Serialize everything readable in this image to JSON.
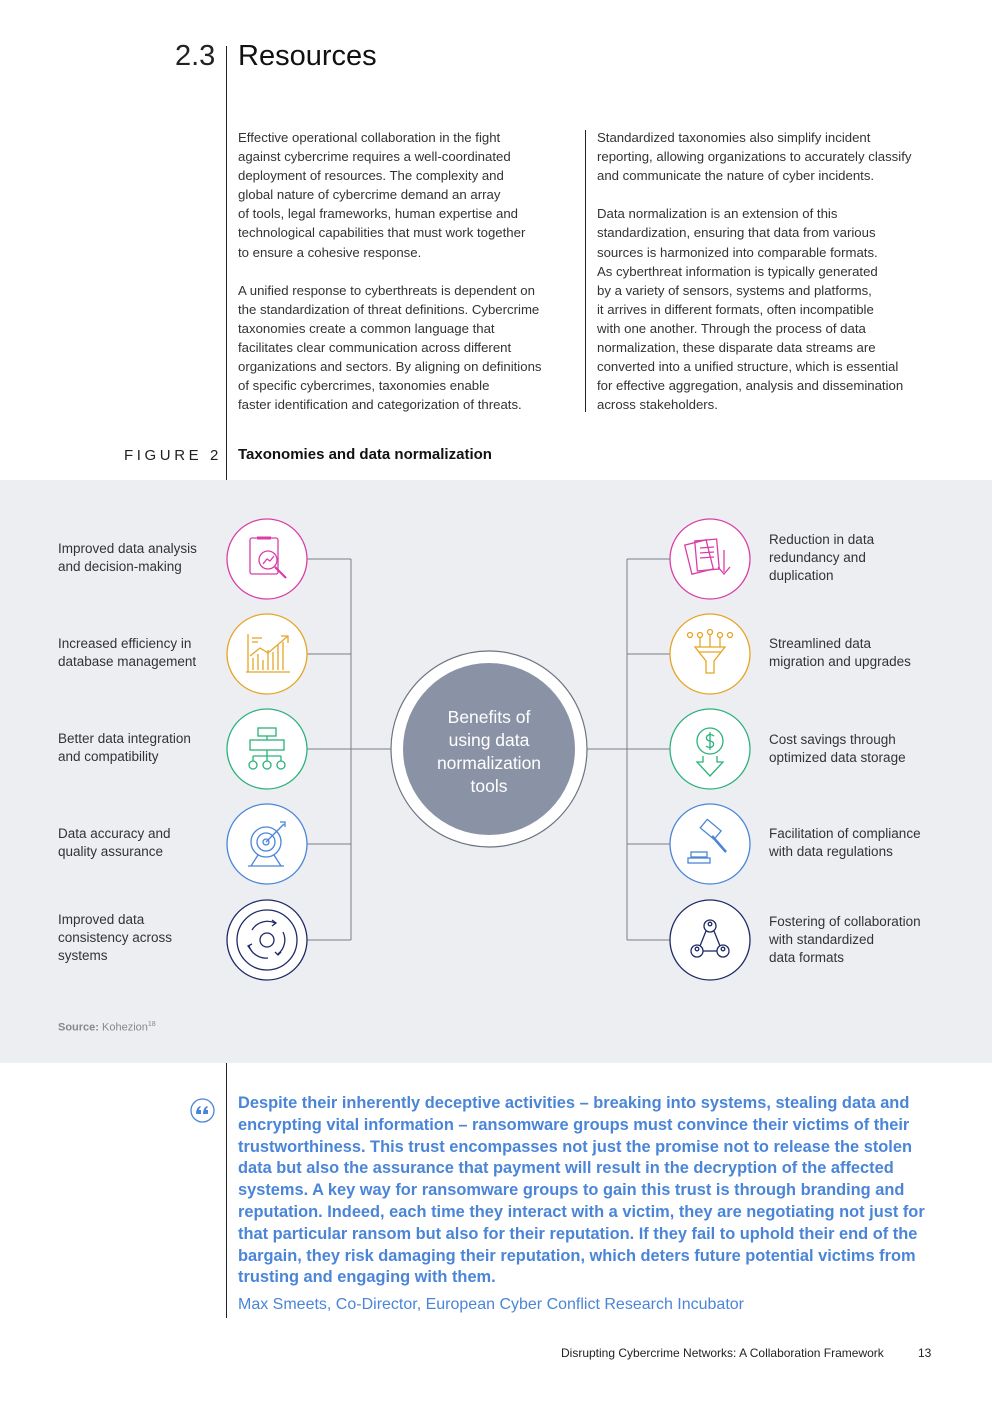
{
  "section": {
    "number": "2.3",
    "title": "Resources"
  },
  "body": {
    "left_column": "Effective operational collaboration in the fight\nagainst cybercrime requires a well-coordinated\ndeployment of resources. The complexity and\nglobal nature of cybercrime demand an array\nof tools, legal frameworks, human expertise and\ntechnological capabilities that must work together\nto ensure a cohesive response.\n\nA unified response to cyberthreats is dependent on\nthe standardization of threat definitions. Cybercrime\ntaxonomies create a common language that\nfacilitates clear communication across different\norganizations and sectors. By aligning on definitions\nof specific cybercrimes, taxonomies enable\nfaster identification and categorization of threats.",
    "right_column": "Standardized taxonomies also simplify incident\nreporting, allowing organizations to accurately classify\nand communicate the nature of cyber incidents.\n\nData normalization is an extension of this\nstandardization, ensuring that data from various\nsources is harmonized into comparable formats.\nAs cyberthreat information is typically generated\nby a variety of sensors, systems and platforms,\nit arrives in different formats, often incompatible\nwith one another. Through the process of data\nnormalization, these disparate data streams are\nconverted into a unified structure, which is essential\nfor effective aggregation, analysis and dissemination\nacross stakeholders."
  },
  "figure": {
    "label": "FIGURE 2",
    "title": "Taxonomies and data normalization",
    "center": "Benefits of\nusing data\nnormalization\ntools",
    "left_items": [
      {
        "label": "Improved data analysis\nand decision-making",
        "icon": "magnifier-chart-icon",
        "color": "#d93ea8"
      },
      {
        "label": "Increased efficiency in\ndatabase management",
        "icon": "bar-chart-icon",
        "color": "#e6a426"
      },
      {
        "label": "Better data integration\nand compatibility",
        "icon": "flowchart-icon",
        "color": "#2bb27a"
      },
      {
        "label": "Data accuracy and\nquality assurance",
        "icon": "target-icon",
        "color": "#4a85d8"
      },
      {
        "label": "Improved data\nconsistency across\nsystems",
        "icon": "cycle-icon",
        "color": "#1e2a66"
      }
    ],
    "right_items": [
      {
        "label": "Reduction in data\nredundancy and\nduplication",
        "icon": "documents-icon",
        "color": "#d93ea8"
      },
      {
        "label": "Streamlined data\nmigration and upgrades",
        "icon": "funnel-icon",
        "color": "#e6a426"
      },
      {
        "label": "Cost savings through\noptimized data storage",
        "icon": "dollar-down-icon",
        "color": "#2bb27a"
      },
      {
        "label": "Facilitation of compliance\nwith data regulations",
        "icon": "gavel-icon",
        "color": "#4a85d8"
      },
      {
        "label": "Fostering of collaboration\nwith standardized\ndata formats",
        "icon": "network-people-icon",
        "color": "#1e2a66"
      }
    ],
    "source_label": "Source:",
    "source_value": "Kohezion",
    "source_ref": "18"
  },
  "quote": {
    "text": "Despite their inherently deceptive activities – breaking into systems, stealing data and encrypting vital information – ransomware groups must convince their victims of their trustworthiness. This trust encompasses not just the promise not to release the stolen data but also the assurance that payment will result in the decryption of the affected systems. A key way for ransomware groups to gain this trust is through branding and reputation. Indeed, each time they interact with a victim, they are negotiating not just for that particular ransom but also for their reputation. If they fail to uphold their end of the bargain, they risk damaging their reputation, which deters future potential victims from trusting and engaging with them.",
    "attribution": "Max Smeets, Co-Director, European Cyber Conflict Research Incubator"
  },
  "footer": {
    "title_bold": "Disrupting Cybercrime Networks:",
    "title_rest": " A Collaboration Framework",
    "page": "13"
  }
}
